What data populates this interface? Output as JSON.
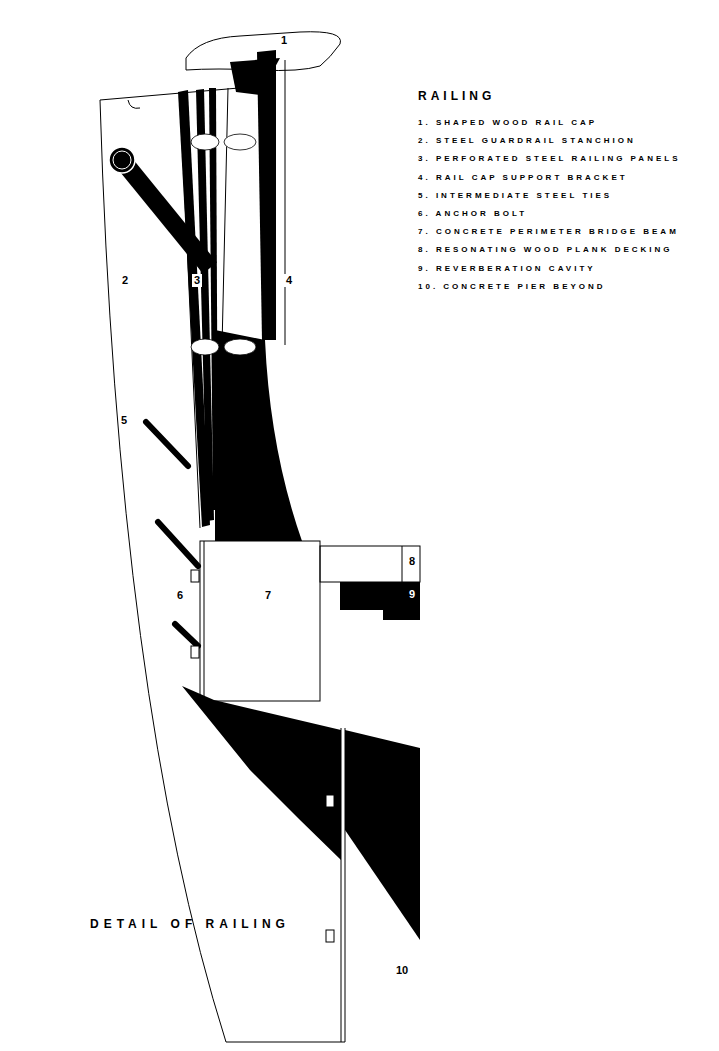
{
  "diagram": {
    "title": "RAILING",
    "caption": "DETAIL OF RAILING",
    "labels": [
      "1. SHAPED WOOD RAIL CAP",
      "2. STEEL GUARDRAIL STANCHION",
      "3. PERFORATED STEEL RAILING PANELS",
      "4. RAIL CAP SUPPORT BRACKET",
      "5. INTERMEDIATE STEEL TIES",
      "6. ANCHOR BOLT",
      "7. CONCRETE PERIMETER BRIDGE BEAM",
      "8. RESONATING WOOD PLANK DECKING",
      "9. REVERBERATION CAVITY",
      "10. CONCRETE PIER BEYOND",
      "1",
      "2",
      "3",
      "4",
      "5",
      "6",
      "7",
      "8",
      "9",
      "10"
    ]
  }
}
